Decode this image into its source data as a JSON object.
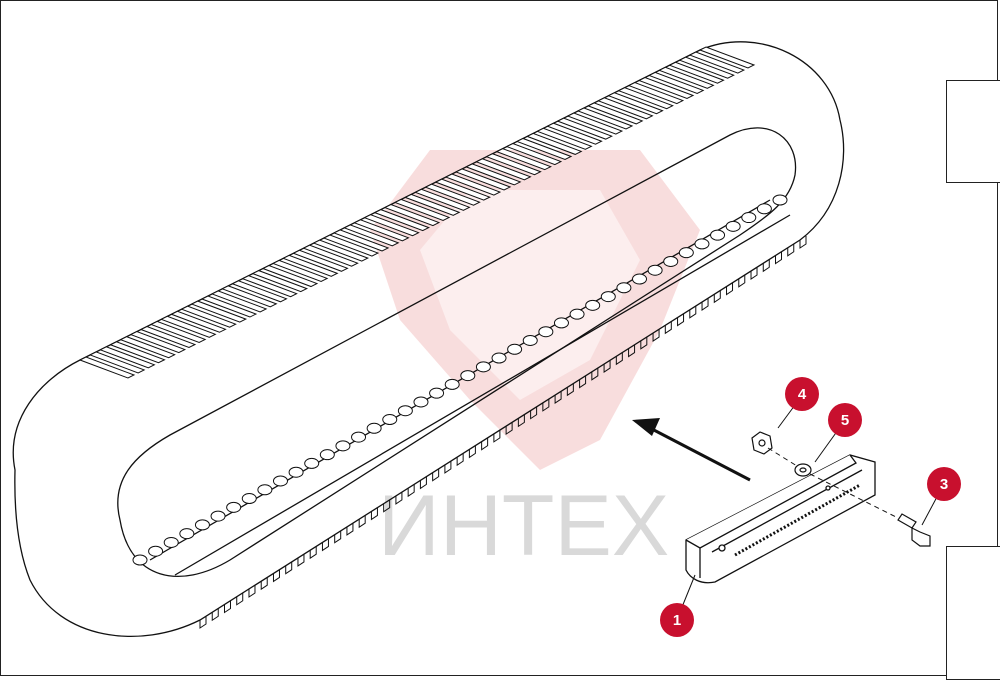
{
  "watermark": {
    "text": "ИНТЕХ",
    "logo_color": "#f2b9b9",
    "text_color": "#d9d9d9"
  },
  "callouts": [
    {
      "label": "1",
      "part": "guide"
    },
    {
      "label": "3",
      "part": "bolt"
    },
    {
      "label": "4",
      "part": "nut"
    },
    {
      "label": "5",
      "part": "washer"
    }
  ],
  "colors": {
    "callout_fill": "#c8102e",
    "line": "#111111"
  }
}
